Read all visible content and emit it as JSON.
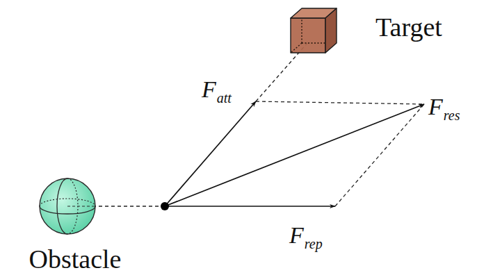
{
  "diagram": {
    "nodes": [
      {
        "text": [
          "Target"
        ]
      },
      {
        "text": [
          "Obstacle"
        ]
      }
    ],
    "labels": [
      "F",
      "att",
      "F",
      "res",
      "F",
      "rep"
    ]
  }
}
